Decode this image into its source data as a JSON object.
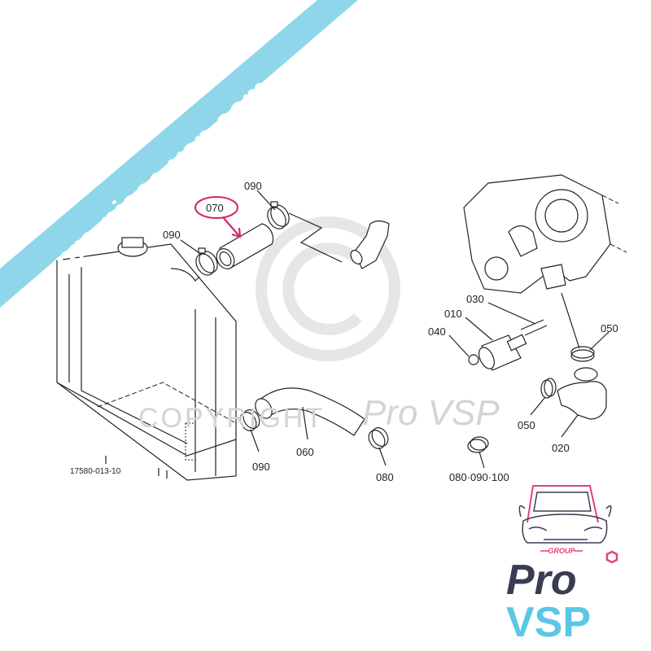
{
  "watermark": {
    "banner_text": "pro-piece-vsp.com",
    "banner_color": "#8fd6ea",
    "copyright_text": "COPYRIGHT",
    "copyright_brand": "Pro VSP"
  },
  "diagram": {
    "drawing_number": "17580-013-10",
    "highlight_color": "#d6246e",
    "callouts": {
      "p070": "070",
      "p090_top": "090",
      "p090_left": "090",
      "p090_bottom": "090",
      "p060": "060",
      "p080": "080",
      "p080_090_100": "080·090·100",
      "p030": "030",
      "p010": "010",
      "p040": "040",
      "p050_right": "050",
      "p050_lower": "050",
      "p020": "020"
    }
  },
  "logo": {
    "group": "GROUP",
    "pro": "Pro",
    "vsp": "VSP",
    "pro_color": "#3a3d52",
    "vsp_color": "#5cc6e6",
    "accent": "#e2407e"
  }
}
